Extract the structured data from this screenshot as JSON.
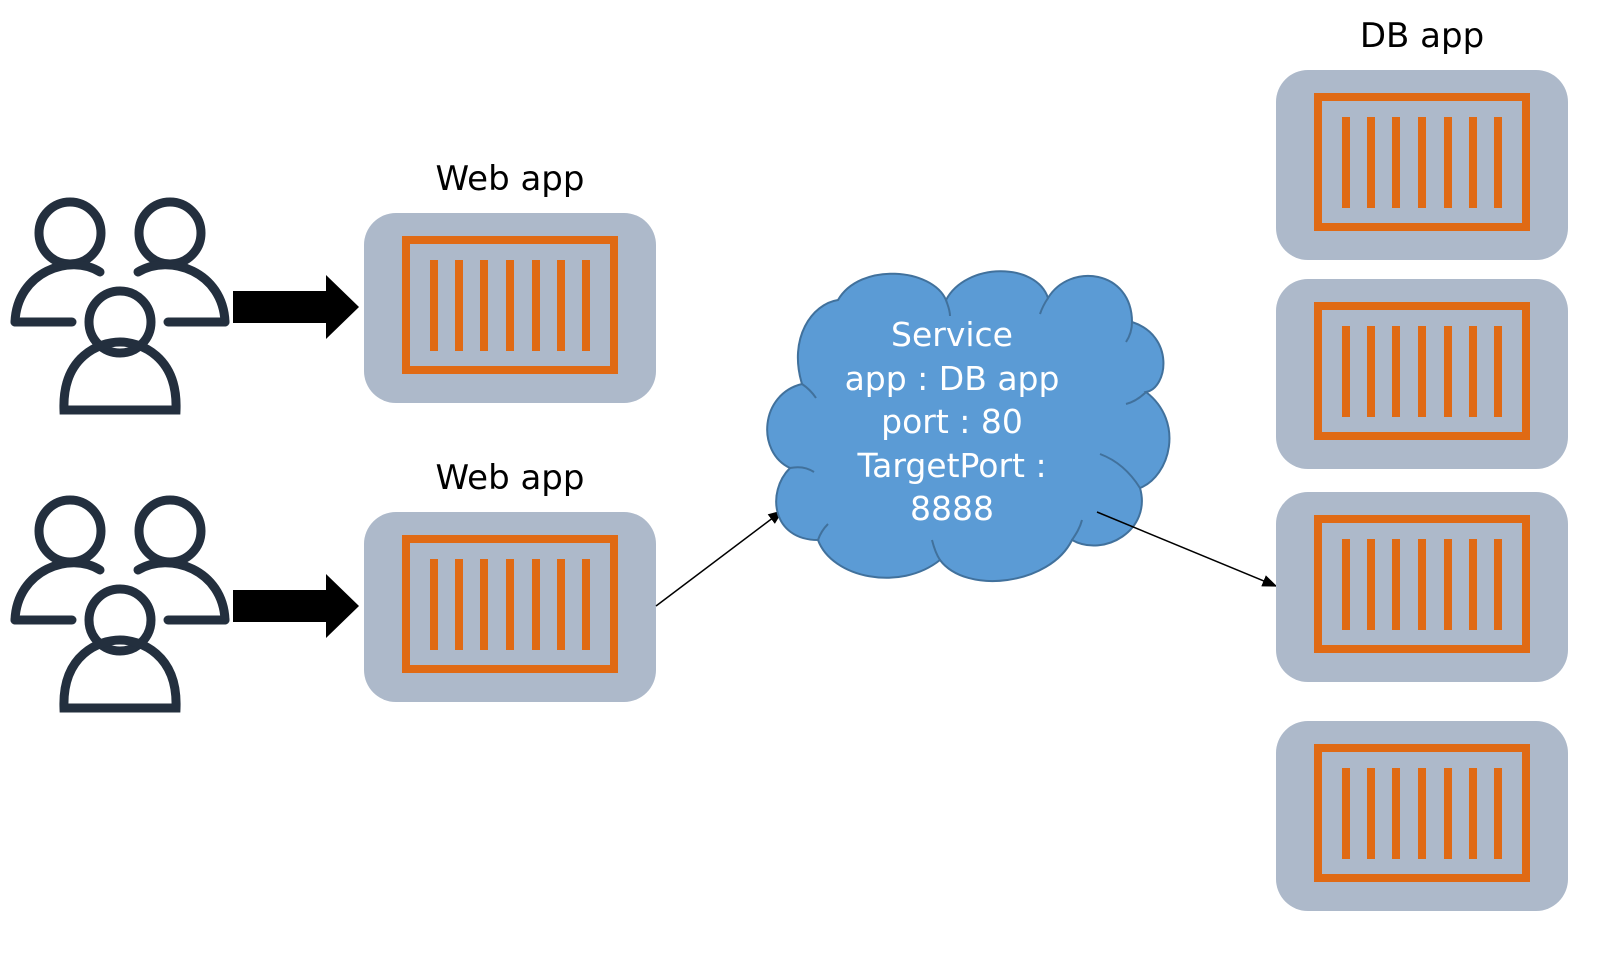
{
  "labels": {
    "web_app_top": "Web app",
    "web_app_bottom": "Web app",
    "db_app": "DB app"
  },
  "service": {
    "line1": "Service",
    "line2": "app : DB app",
    "line3": "port : 80",
    "line4": "TargetPort :",
    "line5": "8888"
  },
  "colors": {
    "container_box": "#adb9ca",
    "container_stripe": "#e06a14",
    "cloud_fill": "#5b9bd5",
    "cloud_stroke": "#41719c",
    "users_stroke": "#232f3e",
    "arrow": "#000000"
  },
  "icons": {
    "users": "users-group-icon",
    "container": "container-icon",
    "cloud": "cloud-icon"
  }
}
